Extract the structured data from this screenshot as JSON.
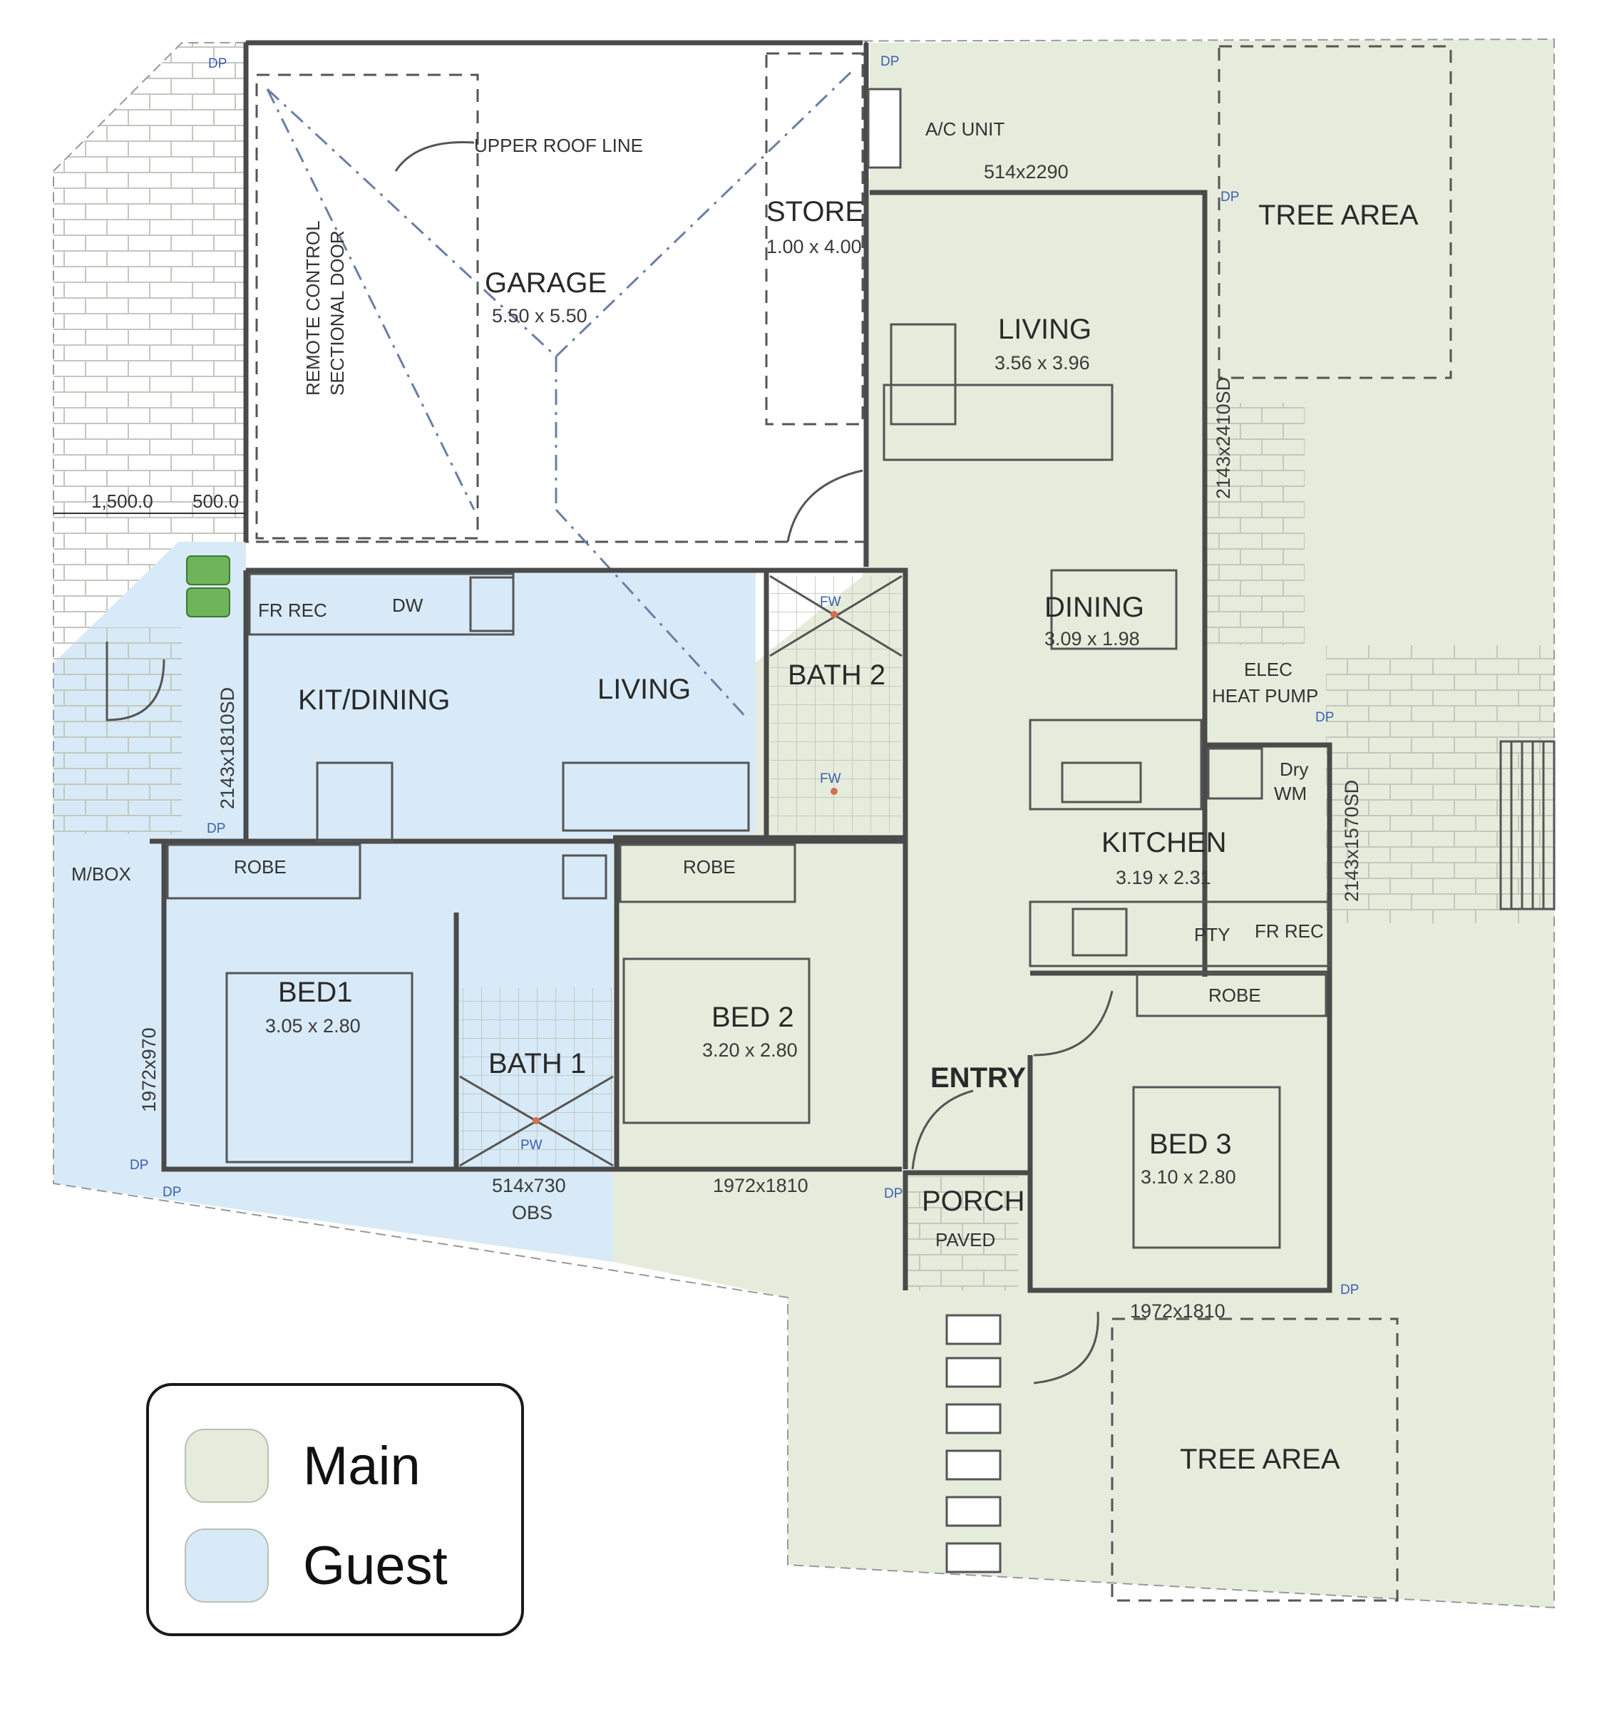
{
  "colors": {
    "main": "#e6ecdc",
    "guest": "#d8eaf7",
    "wall": "#4a4a4a",
    "brick": "#c9cec4",
    "meter": "#6fb35a",
    "drain_label": "#3c5fb0"
  },
  "labels": {
    "upper_roof_line": "UPPER ROOF LINE",
    "garage": "GARAGE",
    "garage_dim": "5.50 x 5.50",
    "door_line1": "REMOTE CONTROL",
    "door_line2": "SECTIONAL DOOR",
    "store": "STORE",
    "store_dim": "1.00 x 4.00",
    "ac_unit": "A/C UNIT",
    "window_top": "514x2290",
    "tree_area_top": "TREE AREA",
    "living_main": "LIVING",
    "living_main_dim": "3.56 x 3.96",
    "window_right": "2143x2410SD",
    "dining": "DINING",
    "dining_dim": "3.09 x 1.98",
    "elec": "ELEC",
    "heat_pump": "HEAT PUMP",
    "dry": "Dry",
    "wm": "WM",
    "window_right2": "2143x1570SD",
    "kitchen": "KITCHEN",
    "kitchen_dim": "3.19 x 2.31",
    "pty": "PTY",
    "fr_rec_main": "FR REC",
    "robe_bed3": "ROBE",
    "bed3": "BED 3",
    "bed3_dim": "3.10 x 2.80",
    "window_bed3": "1972x1810",
    "tree_area_bottom": "TREE AREA",
    "entry": "ENTRY",
    "porch": "PORCH",
    "paved": "PAVED",
    "bath2": "BATH 2",
    "fw1": "FW",
    "fw2": "FW",
    "robe_bed2": "ROBE",
    "bed2": "BED 2",
    "bed2_dim": "3.20 x 2.80",
    "window_bed2": "1972x1810",
    "dim_1500": "1,500.0",
    "dim_500": "500.0",
    "fr_rec_guest": "FR REC",
    "dw": "DW",
    "kit_dining": "KIT/DINING",
    "living_guest": "LIVING",
    "window_guest": "2143x1810SD",
    "mbox": "M/BOX",
    "robe_bed1": "ROBE",
    "bed1": "BED1",
    "bed1_dim": "3.05 x 2.80",
    "window_bed1": "1972x970",
    "bath1": "BATH 1",
    "pw": "PW",
    "window_obs": "514x730",
    "obs": "OBS",
    "dp": "DP"
  },
  "legend": [
    {
      "label": "Main",
      "color": "#e6ecdc"
    },
    {
      "label": "Guest",
      "color": "#d8eaf7"
    }
  ]
}
